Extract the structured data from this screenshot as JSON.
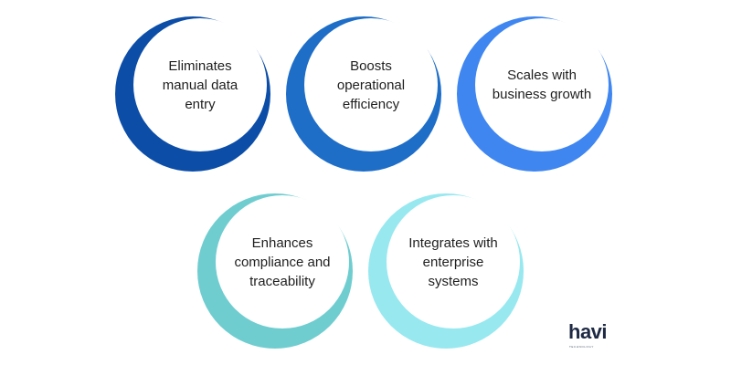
{
  "items": [
    {
      "label": "Eliminates\nmanual data\nentry",
      "color": "#0c4da8"
    },
    {
      "label": "Boosts\noperational\nefficiency",
      "color": "#1e6ec8"
    },
    {
      "label": "Scales with\nbusiness growth",
      "color": "#3f86f0"
    },
    {
      "label": "Enhances\ncompliance and\ntraceability",
      "color": "#6fcdd0"
    },
    {
      "label": "Integrates with\nenterprise\nsystems",
      "color": "#98e8f0"
    }
  ],
  "logo": {
    "wordmark": "havi",
    "tagline": "TECHNOLOGY",
    "colors": {
      "text": "#1e2a44",
      "dot": "#3dc0b4"
    }
  }
}
